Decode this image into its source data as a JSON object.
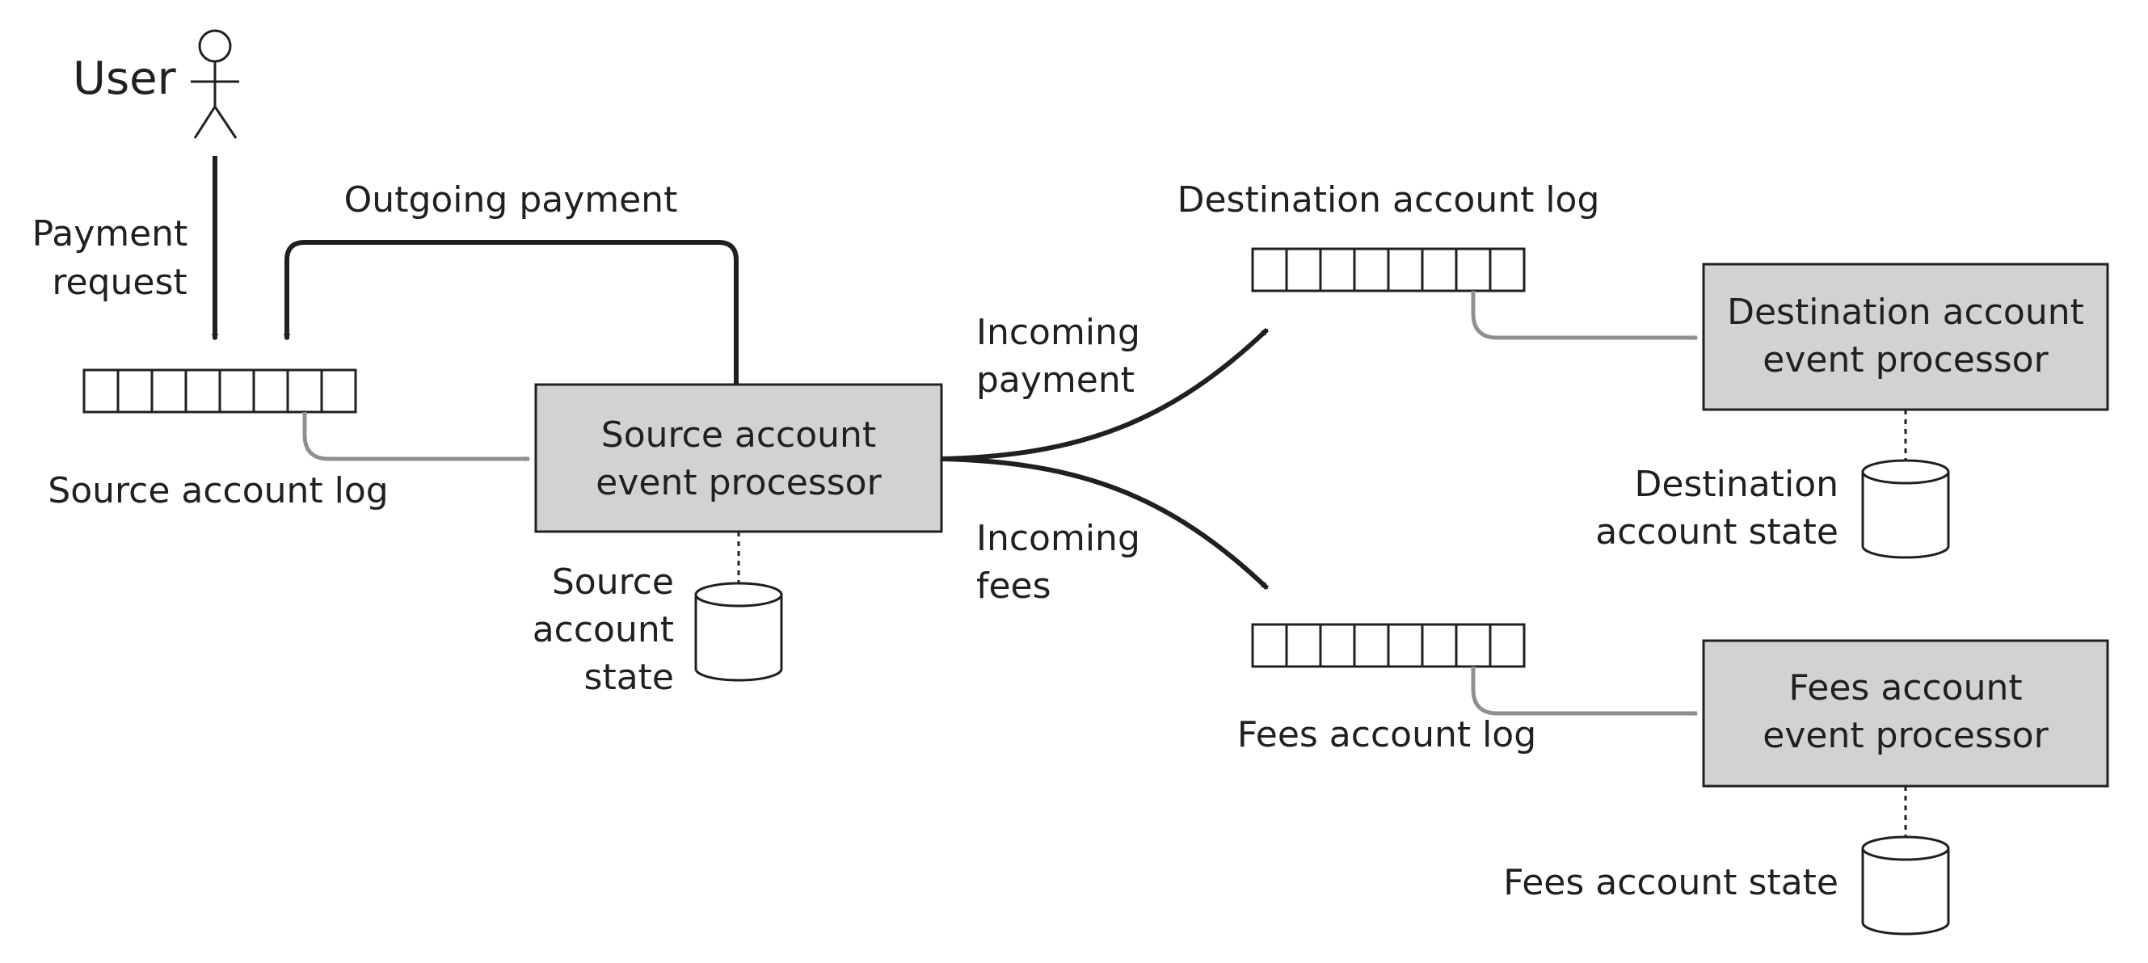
{
  "actor": {
    "label": "User"
  },
  "edges": {
    "payment_request": [
      "Payment",
      "request"
    ],
    "outgoing_payment": "Outgoing payment",
    "incoming_payment": [
      "Incoming",
      "payment"
    ],
    "incoming_fees": [
      "Incoming",
      "fees"
    ]
  },
  "logs": {
    "source": "Source account log",
    "destination": "Destination account log",
    "fees": "Fees account log"
  },
  "processors": {
    "source": [
      "Source account",
      "event processor"
    ],
    "destination": [
      "Destination account",
      "event processor"
    ],
    "fees": [
      "Fees account",
      "event processor"
    ]
  },
  "states": {
    "source": [
      "Source",
      "account",
      "state"
    ],
    "destination": [
      "Destination",
      "account state"
    ],
    "fees": "Fees account state"
  },
  "colors": {
    "ink": "#231f20",
    "processor_fill": "#d1d2d4",
    "grey_arrow": "#8e8f92"
  }
}
